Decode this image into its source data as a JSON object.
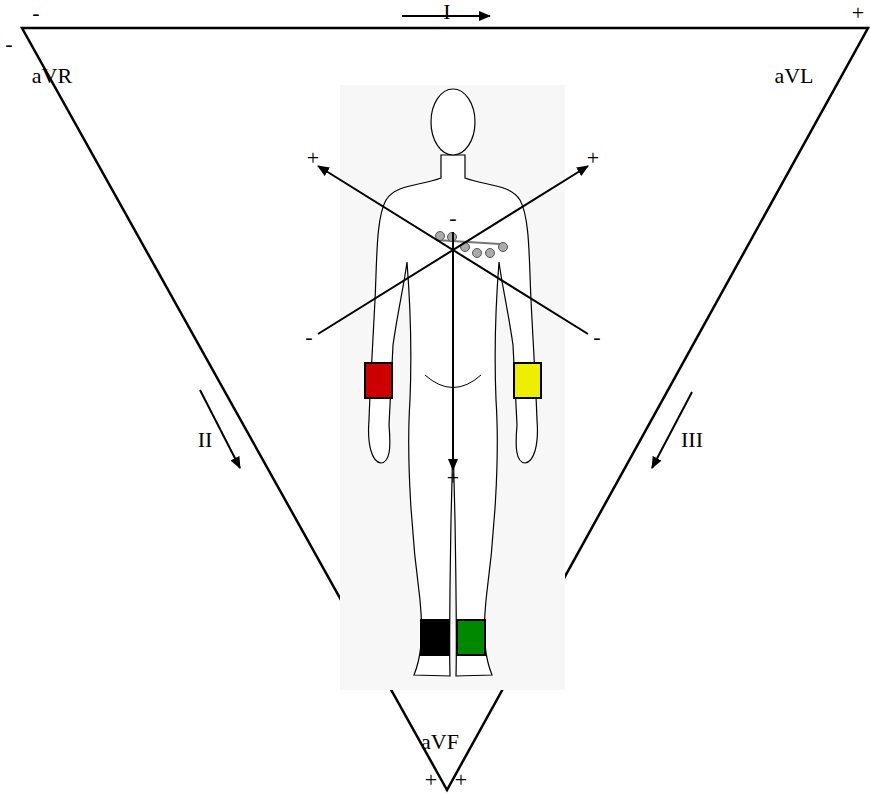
{
  "diagram": {
    "labels": [
      "-",
      "-",
      "I",
      "+",
      "aVR",
      "aVL",
      "+",
      "+",
      "-",
      "-",
      "-",
      "II",
      "III",
      "+",
      "aVF",
      "+",
      "+"
    ]
  }
}
